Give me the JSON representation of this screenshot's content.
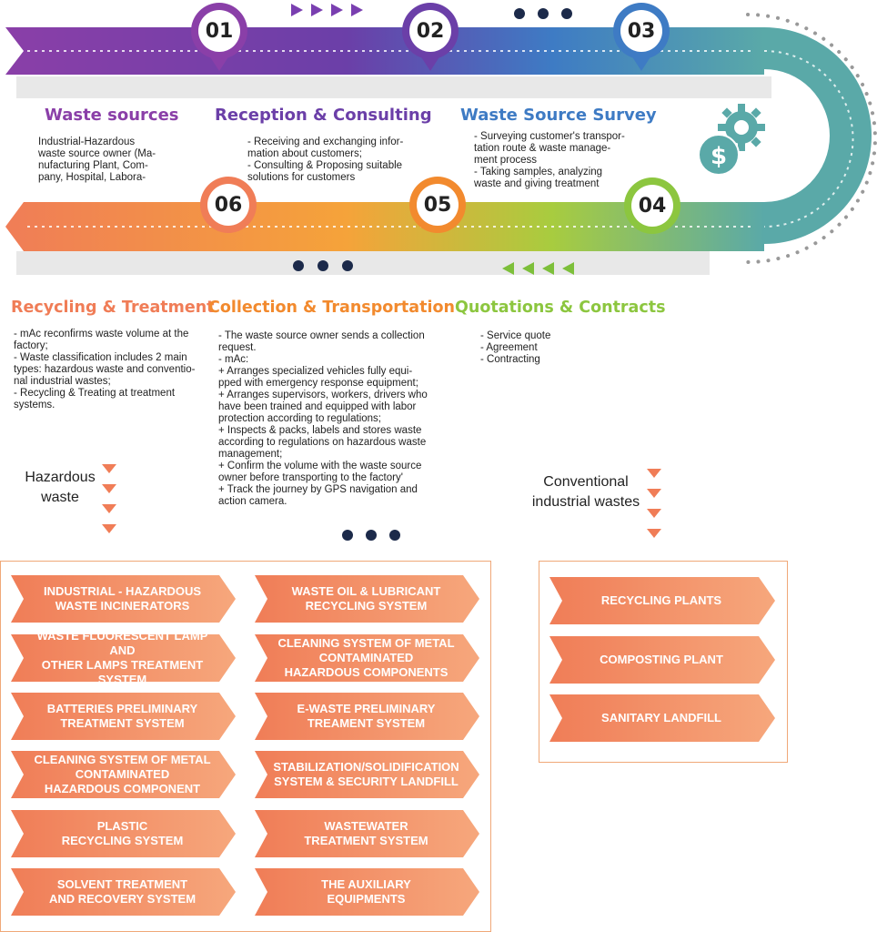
{
  "steps": [
    {
      "num": "01",
      "color": "#8a3fa8"
    },
    {
      "num": "02",
      "color": "#6b3fa8"
    },
    {
      "num": "03",
      "color": "#3e7bc4"
    },
    {
      "num": "04",
      "color": "#8cc63f"
    },
    {
      "num": "05",
      "color": "#f28a2e"
    },
    {
      "num": "06",
      "color": "#f07d57"
    }
  ],
  "sections": {
    "waste_sources": {
      "title": "Waste sources",
      "color": "#8a3fa8",
      "body": "Industrial-Hazardous\nwaste source owner (Ma-\nnufacturing Plant, Com-\npany, Hospital, Labora-"
    },
    "reception": {
      "title": "Reception & Consulting",
      "color": "#6b3fa8",
      "body": "- Receiving and exchanging infor-\nmation about customers;\n- Consulting & Proposing suitable\nsolutions for customers"
    },
    "survey": {
      "title": "Waste Source Survey",
      "color": "#3e7bc4",
      "body": "- Surveying customer's transpor-\ntation route & waste manage-\nment process\n- Taking samples, analyzing\nwaste and giving treatment"
    },
    "recycling": {
      "title": "Recycling & Treatment",
      "color": "#f07d57",
      "body": "- mAc reconfirms waste volume at the\nfactory;\n- Waste classification includes 2 main\ntypes: hazardous waste and conventio-\nnal industrial wastes;\n- Recycling & Treating at treatment\nsystems."
    },
    "collection": {
      "title": "Collection & Transportation",
      "color": "#f28a2e",
      "body": "- The waste source owner sends a collection\nrequest.\n- mAc:\n   + Arranges specialized vehicles fully equi-\npped with emergency response equipment;\n   + Arranges supervisors, workers, drivers who\nhave been trained and equipped with labor\nprotection according to regulations;\n   + Inspects & packs, labels and stores waste\naccording to regulations on hazardous waste\nmanagement;\n   + Confirm the volume with the waste source\nowner before transporting to the factory'\n   + Track the journey by GPS navigation and\naction camera."
    },
    "quotations": {
      "title": "Quotations & Contracts",
      "color": "#8cc63f",
      "body": "- Service quote\n- Agreement\n- Contracting"
    }
  },
  "hazardous_label": "Hazardous\nwaste",
  "conventional_label": "Conventional\nindustrial wastes",
  "hazardous_systems_left": [
    "INDUSTRIAL - HAZARDOUS\nWASTE INCINERATORS",
    "WASTE FLUORESCENT LAMP AND\nOTHER LAMPS TREATMENT SYSTEM",
    "BATTERIES PRELIMINARY\nTREATMENT SYSTEM",
    "CLEANING SYSTEM OF METAL\nCONTAMINATED\nHAZARDOUS COMPONENT",
    "PLASTIC\nRECYCLING SYSTEM",
    "SOLVENT TREATMENT\nAND RECOVERY SYSTEM"
  ],
  "hazardous_systems_right": [
    "WASTE OIL & LUBRICANT\nRECYCLING SYSTEM",
    "CLEANING SYSTEM OF METAL\nCONTAMINATED\nHAZARDOUS COMPONENTS",
    "E-WASTE PRELIMINARY\nTREAMENT SYSTEM",
    "STABILIZATION/SOLIDIFICATION\nSYSTEM & SECURITY LANDFILL",
    "WASTEWATER\nTREATMENT SYSTEM",
    "THE AUXILIARY\nEQUIPMENTS"
  ],
  "conventional_systems": [
    "RECYCLING PLANTS",
    "COMPOSTING PLANT",
    "SANITARY LANDFILL"
  ],
  "icons": [
    "dollar-coin-icon",
    "gear-icon",
    "dots-icon",
    "triangle-arrow-icon"
  ]
}
